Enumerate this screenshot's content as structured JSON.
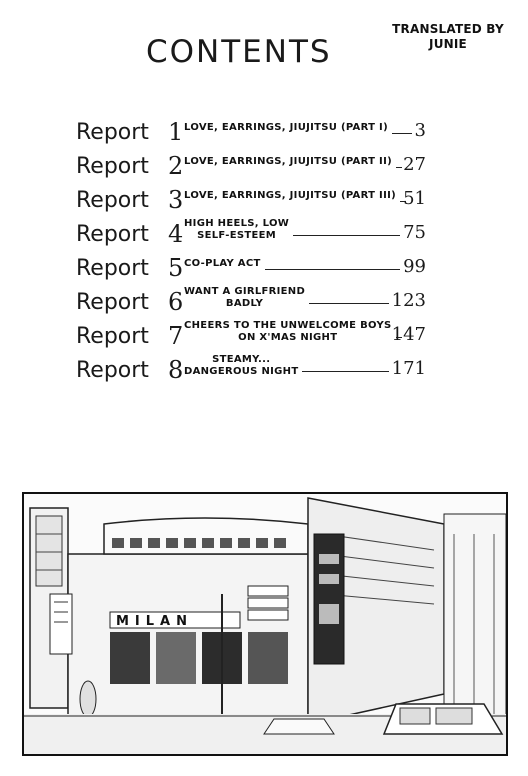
{
  "credit": {
    "line1": "TRANSLATED BY",
    "line2": "JUNIE"
  },
  "title": "CONTENTS",
  "reports": [
    {
      "label": "Report",
      "number": "1",
      "title_lines": [
        "LOVE, EARRINGS, JIUJITSU (PART I)"
      ],
      "page": "3"
    },
    {
      "label": "Report",
      "number": "2",
      "title_lines": [
        "LOVE, EARRINGS, JIUJITSU (PART II)"
      ],
      "page": "27"
    },
    {
      "label": "Report",
      "number": "3",
      "title_lines": [
        "LOVE, EARRINGS, JIUJITSU (PART III)"
      ],
      "page": "51"
    },
    {
      "label": "Report",
      "number": "4",
      "title_lines": [
        "HIGH HEELS, LOW",
        "SELF-ESTEEM"
      ],
      "page": "75"
    },
    {
      "label": "Report",
      "number": "5",
      "title_lines": [
        "CO-PLAY ACT"
      ],
      "page": "99"
    },
    {
      "label": "Report",
      "number": "6",
      "title_lines": [
        "WANT A GIRLFRIEND",
        "BADLY"
      ],
      "page": "123"
    },
    {
      "label": "Report",
      "number": "7",
      "title_lines": [
        "CHEERS TO THE UNWELCOME BOYS",
        "ON X'MAS NIGHT"
      ],
      "page": "147"
    },
    {
      "label": "Report",
      "number": "8",
      "title_lines": [
        "STEAMY...",
        "DANGEROUS NIGHT"
      ],
      "page": "171"
    }
  ],
  "illustration": {
    "signs": [
      "MILAN"
    ]
  }
}
